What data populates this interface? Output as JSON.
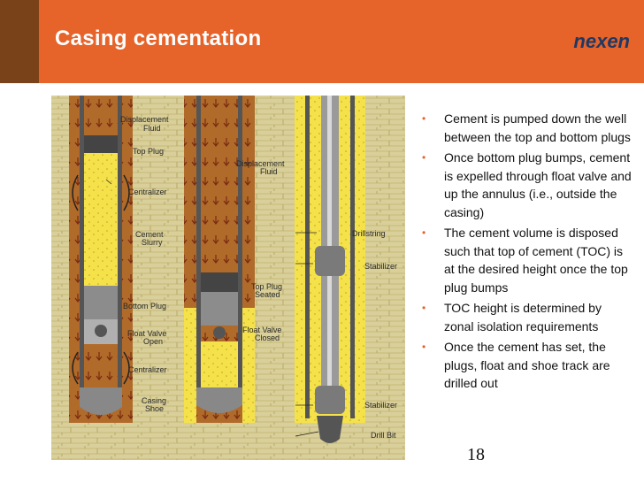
{
  "slide": {
    "title": "Casing cementation",
    "logo_text": "nexen",
    "page_number": "18"
  },
  "diagram": {
    "labels": {
      "displacement_fluid_1a": "Displacement",
      "displacement_fluid_1b": "Fluid",
      "top_plug": "Top Plug",
      "centralizer_1": "Centralizer",
      "cement_slurry_a": "Cement",
      "cement_slurry_b": "Slurry",
      "bottom_plug": "Bottom Plug",
      "float_valve_open_a": "Float Valve",
      "float_valve_open_b": "Open",
      "centralizer_2": "Centralizer",
      "casing_shoe_a": "Casing",
      "casing_shoe_b": "Shoe",
      "displacement_fluid_2a": "Displacement",
      "displacement_fluid_2b": "Fluid",
      "top_plug_seated_a": "Top Plug",
      "top_plug_seated_b": "Seated",
      "float_valve_closed_a": "Float Valve",
      "float_valve_closed_b": "Closed",
      "drillstring": "Drillstring",
      "stabilizer_1": "Stabilizer",
      "stabilizer_2": "Stabilizer",
      "drill_bit": "Drill Bit"
    }
  },
  "bullets": [
    "Cement is pumped down the well between the top and bottom plugs",
    "Once bottom plug bumps, cement is expelled through float valve and up the annulus (i.e., outside the casing)",
    "The cement volume is disposed such that top of cement (TOC) is at the desired height once the top plug bumps",
    "TOC height is determined by zonal isolation requirements",
    "Once the cement has set, the plugs, float and shoe track are drilled out"
  ],
  "colors": {
    "title_bar": "#e6632a",
    "title_bar_dark": "#7a4218",
    "logo": "#1f3864",
    "cement": "#f5e24a",
    "mud": "#b06a2a",
    "formation": "#d8cf9a",
    "bullet_marker": "#e6632a"
  }
}
